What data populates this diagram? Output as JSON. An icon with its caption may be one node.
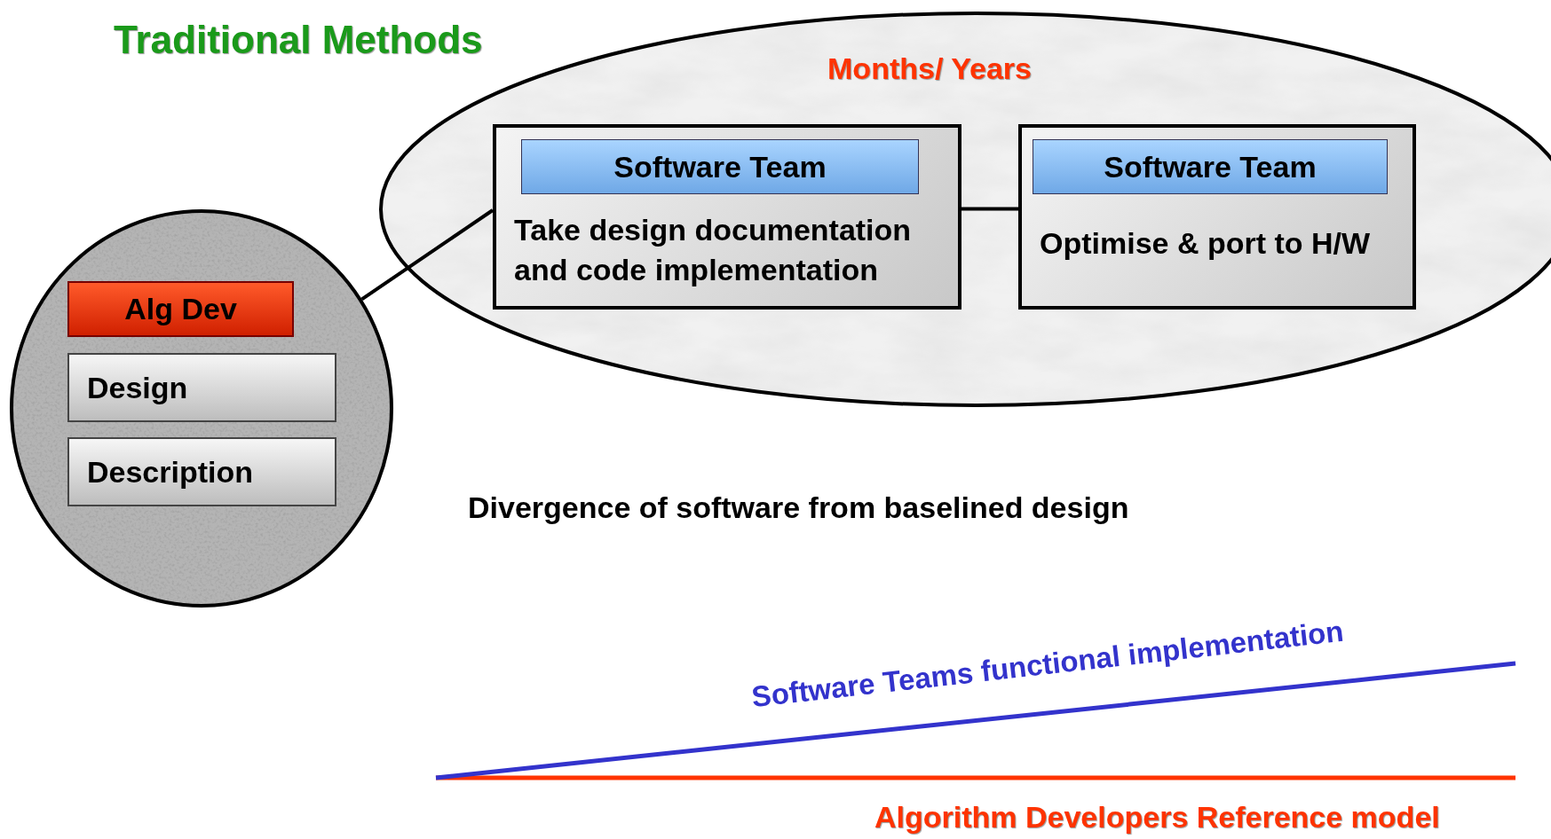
{
  "diagram": {
    "nodes": [
      {
        "text": [
          "Months/ Years"
        ]
      },
      {
        "text": [
          "Software Team",
          "Take design documentation and code implementation"
        ],
        "in": 0
      },
      {
        "text": [
          "Software Team",
          "Optimise & port to H/W"
        ],
        "in": 0
      },
      {
        "text": [],
        "shape": "circle"
      },
      {
        "text": [
          "Alg Dev"
        ],
        "in": 3
      },
      {
        "text": [
          "Design"
        ],
        "in": 3
      },
      {
        "text": [
          "Description"
        ],
        "in": 3
      }
    ],
    "edges": [
      {
        "from": 3,
        "to": 1,
        "arrow": "none"
      },
      {
        "from": 1,
        "to": 2,
        "arrow": "none"
      }
    ],
    "labels": [
      "Traditional Methods",
      "Divergence of software from baselined design",
      "Software Teams functional implementation",
      "Algorithm Developers Reference model"
    ]
  }
}
